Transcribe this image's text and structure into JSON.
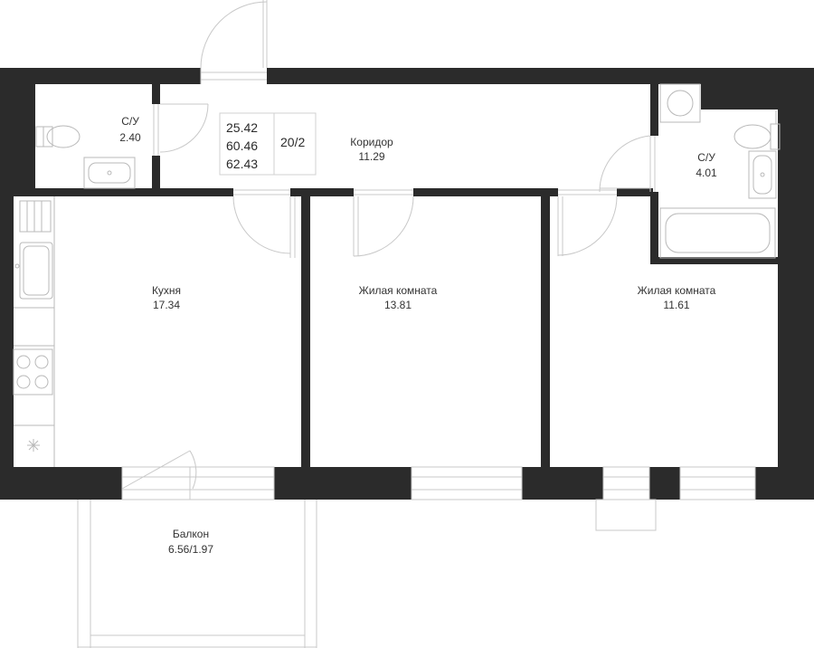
{
  "plan": {
    "info_box": {
      "living_area": "25.42",
      "total_area": "60.46",
      "total_area_with_balcony": "62.43",
      "unit_code": "20/2"
    },
    "rooms": {
      "bathroom_small": {
        "name": "С/У",
        "area": "2.40"
      },
      "corridor": {
        "name": "Коридор",
        "area": "11.29"
      },
      "bathroom_large": {
        "name": "С/У",
        "area": "4.01"
      },
      "kitchen": {
        "name": "Кухня",
        "area": "17.34"
      },
      "living_room_1": {
        "name": "Жилая комната",
        "area": "13.81"
      },
      "living_room_2": {
        "name": "Жилая комната",
        "area": "11.61"
      },
      "balcony": {
        "name": "Балкон",
        "area": "6.56/1.97"
      }
    },
    "colors": {
      "wall": "#2b2b2b",
      "fixture_line": "#b8b8b8",
      "background": "#ffffff"
    }
  }
}
